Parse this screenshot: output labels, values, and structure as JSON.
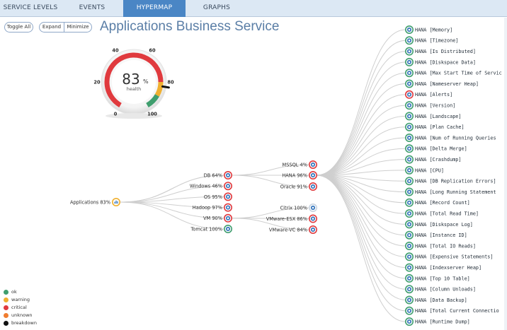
{
  "tabs": [
    {
      "label": "SERVICE LEVELS",
      "active": false
    },
    {
      "label": "EVENTS",
      "active": false
    },
    {
      "label": "HYPERMAP",
      "active": true
    },
    {
      "label": "GRAPHS",
      "active": false
    }
  ],
  "toolbar": {
    "toggle_all": "Toggle All",
    "expand": "Expand",
    "minimize": "Minimize"
  },
  "title": "Applications Business Service",
  "gauge": {
    "value": "83",
    "unit": "%",
    "label": "health",
    "ticks": [
      "0",
      "20",
      "40",
      "60",
      "80",
      "100"
    ]
  },
  "colors": {
    "ok": "#3f9e6e",
    "warning": "#f0b030",
    "critical": "#e03a3e",
    "unknown": "#f07d30",
    "breakdown": "#111111",
    "node_blue": "#3d7bbf",
    "link": "#cfcfcf"
  },
  "root": {
    "label": "Applications 83%",
    "status": "warning",
    "icon": "chart-icon"
  },
  "level1": [
    {
      "label": "DB 64%",
      "status": "critical"
    },
    {
      "label": "Windows 46%",
      "status": "critical"
    },
    {
      "label": "OS 95%",
      "status": "critical"
    },
    {
      "label": "Hadoop 97%",
      "status": "critical"
    },
    {
      "label": "VM 90%",
      "status": "critical"
    },
    {
      "label": "Tomcat 100%",
      "status": "ok"
    }
  ],
  "db_children": [
    {
      "label": "MSSQL 4%",
      "status": "critical"
    },
    {
      "label": "HANA 96%",
      "status": "critical"
    },
    {
      "label": "Oracle 91%",
      "status": "critical"
    }
  ],
  "vm_children": [
    {
      "label": "Citrix 100%",
      "status": "none"
    },
    {
      "label": "VMware-ESX 86%",
      "status": "critical"
    },
    {
      "label": "VMware-VC 84%",
      "status": "critical"
    }
  ],
  "hana_children": [
    {
      "label": "HANA [Memory]",
      "status": "ok"
    },
    {
      "label": "HANA [Timezone]",
      "status": "ok"
    },
    {
      "label": "HANA [Is Distributed]",
      "status": "ok"
    },
    {
      "label": "HANA [Diskspace Data]",
      "status": "ok"
    },
    {
      "label": "HANA [Max Start Time of Servic",
      "status": "ok"
    },
    {
      "label": "HANA [Nameserver Heap]",
      "status": "ok"
    },
    {
      "label": "HANA [Alerts]",
      "status": "critical"
    },
    {
      "label": "HANA [Version]",
      "status": "ok"
    },
    {
      "label": "HANA [Landscape]",
      "status": "ok"
    },
    {
      "label": "HANA [Plan Cache]",
      "status": "ok"
    },
    {
      "label": "HANA [Num of Running Queries",
      "status": "ok"
    },
    {
      "label": "HANA [Delta Merge]",
      "status": "ok"
    },
    {
      "label": "HANA [Crashdump]",
      "status": "ok"
    },
    {
      "label": "HANA [CPU]",
      "status": "ok"
    },
    {
      "label": "HANA [DB Replication Errors]",
      "status": "ok"
    },
    {
      "label": "HANA [Long Running Statement",
      "status": "ok"
    },
    {
      "label": "HANA [Record Count]",
      "status": "ok"
    },
    {
      "label": "HANA [Total Read Time]",
      "status": "ok"
    },
    {
      "label": "HANA [Diskspace Log]",
      "status": "ok"
    },
    {
      "label": "HANA [Instance ID]",
      "status": "ok"
    },
    {
      "label": "HANA [Total IO Reads]",
      "status": "ok"
    },
    {
      "label": "HANA [Expensive Statements]",
      "status": "ok"
    },
    {
      "label": "HANA [Indexserver Heap]",
      "status": "ok"
    },
    {
      "label": "HANA [Top 10 Table]",
      "status": "ok"
    },
    {
      "label": "HANA [Column Unloads]",
      "status": "ok"
    },
    {
      "label": "HANA [Data Backup]",
      "status": "ok"
    },
    {
      "label": "HANA [Total Current Connectio",
      "status": "ok"
    },
    {
      "label": "HANA [Runtime Dump]",
      "status": "ok"
    }
  ],
  "legend": [
    {
      "label": "ok",
      "status": "ok"
    },
    {
      "label": "warning",
      "status": "warning"
    },
    {
      "label": "critical",
      "status": "critical"
    },
    {
      "label": "unknown",
      "status": "unknown"
    },
    {
      "label": "breakdown",
      "status": "breakdown"
    }
  ]
}
